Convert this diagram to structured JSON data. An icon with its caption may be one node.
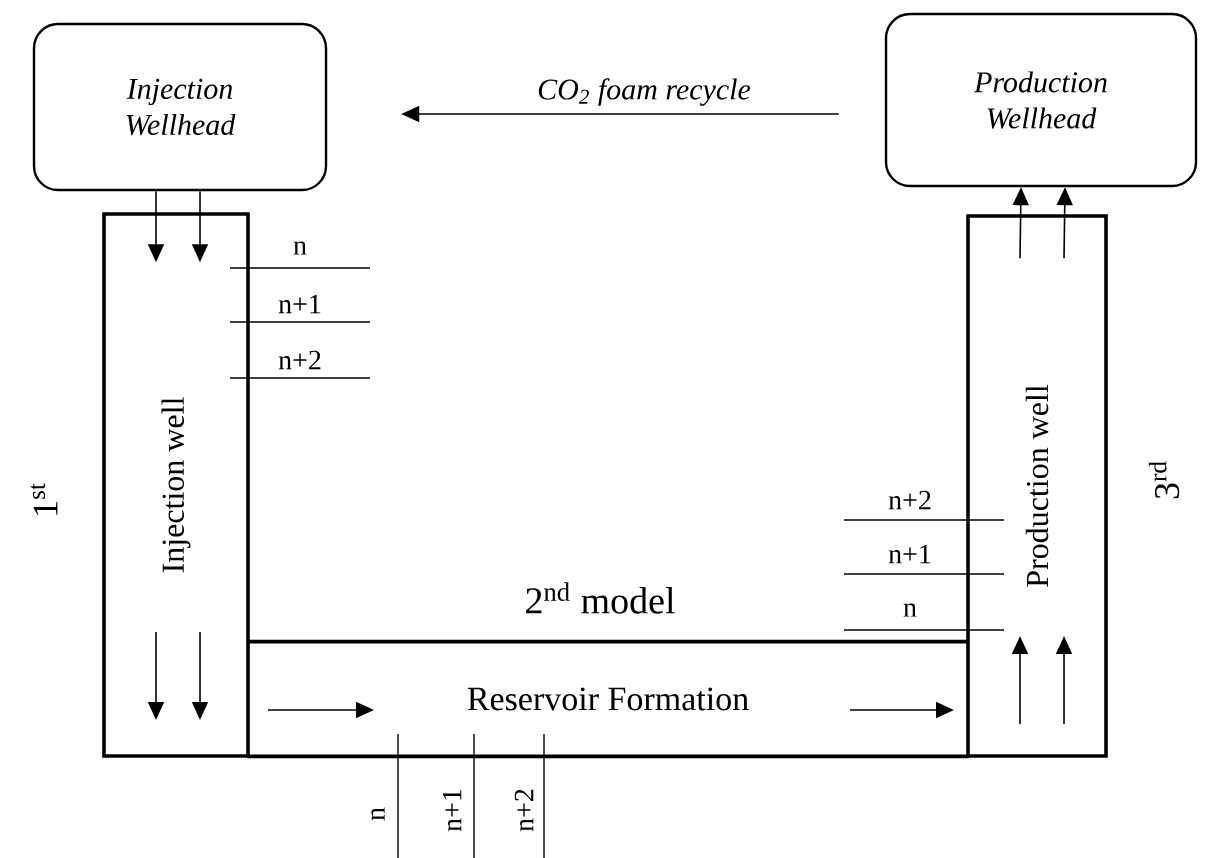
{
  "diagram": {
    "nodes": [
      {
        "text": [
          "Injection Wellhead"
        ]
      },
      {
        "text": [
          "Production Wellhead"
        ]
      },
      {
        "text": [
          "Injection well"
        ]
      },
      {
        "text": [
          "Reservoir Formation"
        ]
      },
      {
        "text": [
          "Production well"
        ]
      }
    ],
    "edges": [
      {
        "from": 1,
        "to": 0,
        "arrow": "to",
        "label": "CO$_{2}$ foam recycle"
      },
      {
        "from": 0,
        "to": 2,
        "arrow": "to"
      },
      {
        "from": 0,
        "to": 2,
        "arrow": "to"
      },
      {
        "from": 4,
        "to": 1,
        "arrow": "to"
      },
      {
        "from": 4,
        "to": 1,
        "arrow": "to"
      }
    ],
    "labels": [
      "n",
      "n+1",
      "n+2",
      "1$^{st}$",
      "n+2",
      "n+1",
      "n",
      "2$^{nd}$ model",
      "3$^{rd}$",
      "n",
      "n+1",
      "n+2"
    ]
  }
}
